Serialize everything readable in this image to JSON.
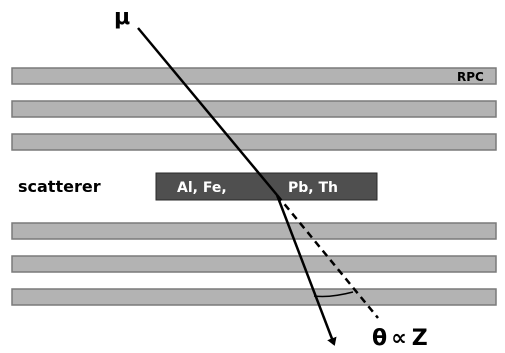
{
  "particle_label": "μ",
  "detector_label": "RPC",
  "scatterer_label": "scatterer",
  "scatterer_materials": [
    "Al, Fe,",
    "Pb, Th"
  ],
  "angle_relation_symbol": "θ",
  "angle_relation_operator": "∝",
  "angle_relation_variable": "Z",
  "colors": {
    "rpc_fill": "#b3b3b3",
    "rpc_edge": "#7a7a7a",
    "scatterer_fill": "#4f4f4f",
    "scatterer_text": "#ffffff",
    "track": "#000000"
  },
  "icons": {
    "incoming_track": "line",
    "scattered_track": "arrow",
    "undeflected_path": "dashed-line",
    "scattering_angle": "arc"
  }
}
